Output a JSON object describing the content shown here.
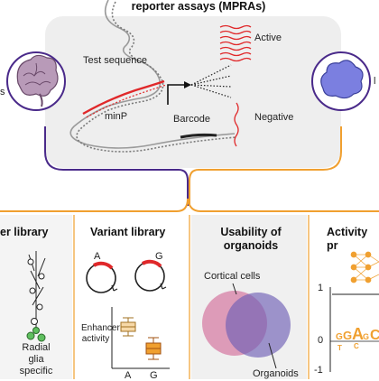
{
  "figure": {
    "title": "reporter assays (MPRAs)",
    "assay": {
      "test_sequence": "Test sequence",
      "minp": "minP",
      "barcode": "Barcode",
      "active": "Active",
      "negative": "Negative"
    },
    "left_edge_letter": "s",
    "right_edge_letter": "l",
    "panels": [
      {
        "title": "er library",
        "caption_lines": [
          "Radial",
          "glia",
          "specific"
        ]
      },
      {
        "title": "Variant library",
        "allele_a": "A",
        "allele_g": "G",
        "ylabel": "Enhancer activity",
        "x_a": "A",
        "x_g": "G"
      },
      {
        "title_lines": [
          "Usability of",
          "organoids"
        ],
        "set1": "Cortical cells",
        "set2": "Organoids"
      },
      {
        "title": "Activity pr",
        "ticks": [
          "1",
          "0",
          "-1"
        ]
      }
    ],
    "colors": {
      "accent_orange": "#f0a030",
      "accent_purple": "#4a2a8a",
      "active_red": "#e0282a",
      "circle_pink": "#d77fa6",
      "circle_purple": "#6e5fb5",
      "box_fill": "#eeeeee"
    }
  }
}
